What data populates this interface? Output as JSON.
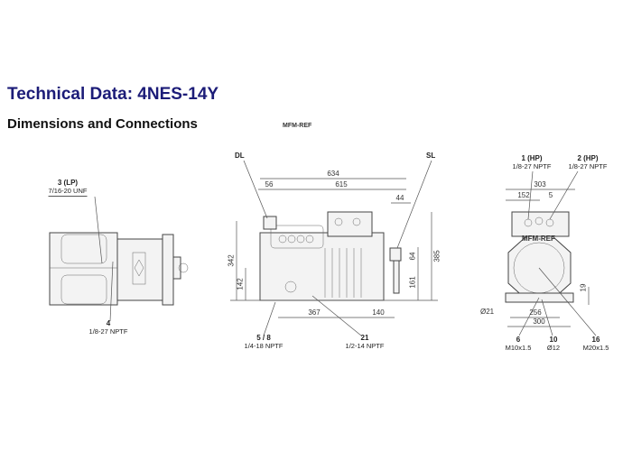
{
  "header": {
    "title": "Technical Data: 4NES-14Y",
    "subtitle": "Dimensions and Connections",
    "reference": "MFM-REF"
  },
  "top_view": {
    "connection_3": {
      "id": "3 (LP)",
      "spec": "7/16-20 UNF"
    },
    "connection_4": {
      "id": "4",
      "spec": "1/8-27 NPTF"
    }
  },
  "side_view": {
    "dl_label": "DL",
    "sl_label": "SL",
    "dims": {
      "d634": "634",
      "d615": "615",
      "d56": "56",
      "d44": "44",
      "d342": "342",
      "d142": "142",
      "d385": "385",
      "d161": "161",
      "d64": "64",
      "d367": "367",
      "d140": "140"
    },
    "connection_58": {
      "id": "5 / 8",
      "spec": "1/4-18 NPTF"
    },
    "connection_21": {
      "id": "21",
      "spec": "1/2-14 NPTF"
    }
  },
  "end_view": {
    "connection_1": {
      "id": "1 (HP)",
      "spec": "1/8-27 NPTF"
    },
    "connection_2": {
      "id": "2 (HP)",
      "spec": "1/8-27 NPTF"
    },
    "dims": {
      "d303": "303",
      "d152": "152",
      "d5": "5",
      "d256": "256",
      "d300": "300",
      "d19": "19",
      "d21": "Ø21"
    },
    "watermark": "MFM-REF",
    "connection_6": {
      "id": "6",
      "spec": "M10x1.5"
    },
    "connection_10": {
      "id": "10",
      "spec": "Ø12"
    },
    "connection_16": {
      "id": "16",
      "spec": "M20x1.5"
    }
  }
}
